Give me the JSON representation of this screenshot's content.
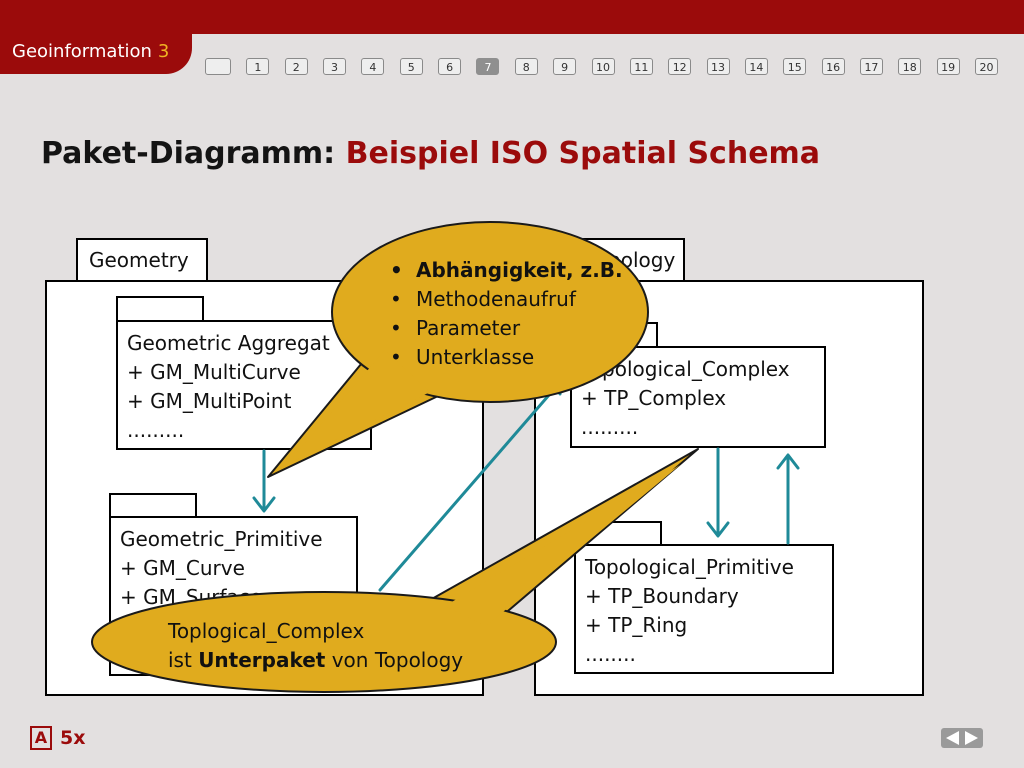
{
  "header": {
    "course": "Geoinformation",
    "course_number": "3",
    "pages": [
      "",
      "1",
      "2",
      "3",
      "4",
      "5",
      "6",
      "7",
      "8",
      "9",
      "10",
      "11",
      "12",
      "13",
      "14",
      "15",
      "16",
      "17",
      "18",
      "19",
      "20"
    ],
    "current_page": "7"
  },
  "slide": {
    "title_main": "Paket-Diagramm:",
    "title_accent": "Beispiel ISO Spatial Schema"
  },
  "diagram": {
    "geometry_package": "Geometry",
    "topology_package": "Topology",
    "classes": {
      "geometric_aggregate": [
        "Geometric Aggregat",
        "+ GM_MultiCurve",
        "+ GM_MultiPoint",
        "........."
      ],
      "geometric_primitive": [
        "Geometric_Primitive",
        "+ GM_Curve",
        "+ GM_Surface"
      ],
      "topological_complex": [
        "Topological_Complex",
        "+ TP_Complex",
        "........."
      ],
      "topological_primitive": [
        "Topological_Primitive",
        "+ TP_Boundary",
        "+ TP_Ring",
        "........"
      ]
    }
  },
  "callouts": {
    "dependency": {
      "heading": "Abhängigkeit, z.B.",
      "items": [
        "Methodenaufruf",
        "Parameter",
        "Unterklasse"
      ]
    },
    "subpackage": {
      "line1": "Toplogical_Complex",
      "line2_pre": "ist",
      "line2_bold": "Unterpaket",
      "line2_post": "von Topology"
    }
  },
  "footer": {
    "badge": "A",
    "count": "5x"
  },
  "colors": {
    "brand": "#9b0b0b",
    "accent_number": "#f0b323",
    "arrow": "#1f8a98",
    "callout_fill": "#e0ab1e"
  }
}
